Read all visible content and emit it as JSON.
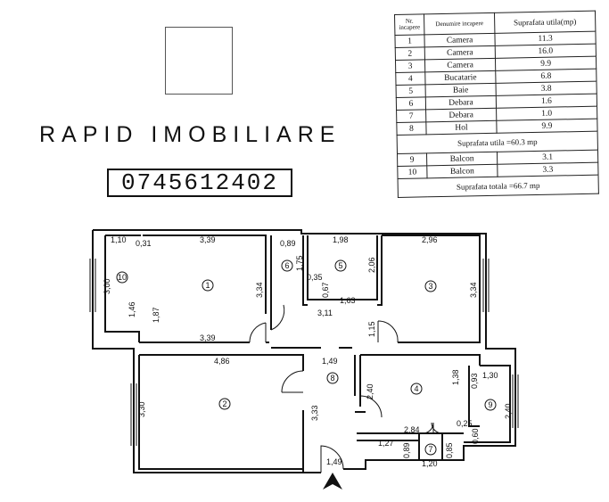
{
  "brand": {
    "name": "RAPID IMOBILIARE",
    "phone": "0745612402"
  },
  "table": {
    "headers": [
      "Nr. incapere",
      "Denumire incapere",
      "Suprafata utila(mp)"
    ],
    "rows": [
      {
        "nr": "1",
        "name": "Camera",
        "area": "11.3"
      },
      {
        "nr": "2",
        "name": "Camera",
        "area": "16.0"
      },
      {
        "nr": "3",
        "name": "Camera",
        "area": "9.9"
      },
      {
        "nr": "4",
        "name": "Bucatarie",
        "area": "6.8"
      },
      {
        "nr": "5",
        "name": "Baie",
        "area": "3.8"
      },
      {
        "nr": "6",
        "name": "Debara",
        "area": "1.6"
      },
      {
        "nr": "7",
        "name": "Debara",
        "area": "1.0"
      },
      {
        "nr": "8",
        "name": "Hol",
        "area": "9.9"
      }
    ],
    "subtotal": "Suprafata utila =60.3 mp",
    "balcony_rows": [
      {
        "nr": "9",
        "name": "Balcon",
        "area": "3.1"
      },
      {
        "nr": "10",
        "name": "Balcon",
        "area": "3.3"
      }
    ],
    "total": "Suprafata totala =66.7 mp"
  },
  "plan": {
    "room_numbers": [
      "1",
      "2",
      "3",
      "4",
      "5",
      "6",
      "7",
      "8",
      "9",
      "10"
    ],
    "dimensions": [
      "1,10",
      "0,31",
      "3,39",
      "0,89",
      "1,98",
      "2,96",
      "3,00",
      "1,46",
      "1,87",
      "3,34",
      "1,75",
      "0,35",
      "0,67",
      "2,06",
      "1,63",
      "3,34",
      "3,11",
      "1,15",
      "3,39",
      "4,86",
      "1,49",
      "1,38",
      "1,30",
      "0,93",
      "2,40",
      "3,30",
      "3,33",
      "2,84",
      "0,25",
      "2,40",
      "0,60",
      "1,27",
      "0,89",
      "0,85",
      "1,20",
      "1,49"
    ]
  },
  "colors": {
    "wall": "#111111",
    "paper": "#ffffff"
  },
  "icons": [
    "entrance-arrow-icon"
  ]
}
